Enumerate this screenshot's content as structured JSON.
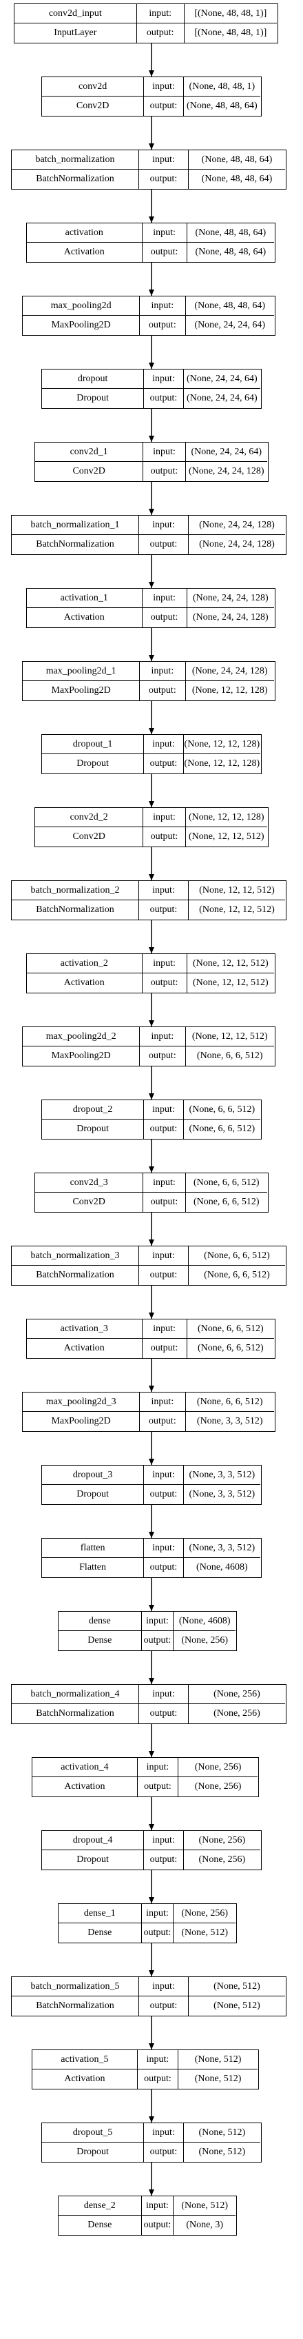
{
  "colors": {
    "line": "#000000",
    "background": "#ffffff"
  },
  "labels": {
    "input": "input:",
    "output": "output:"
  },
  "layers": [
    {
      "name": "conv2d_input",
      "type": "InputLayer",
      "input": "[(None, 48, 48, 1)]",
      "output": "[(None, 48, 48, 1)]"
    },
    {
      "name": "conv2d",
      "type": "Conv2D",
      "input": "(None, 48, 48, 1)",
      "output": "(None, 48, 48, 64)"
    },
    {
      "name": "batch_normalization",
      "type": "BatchNormalization",
      "input": "(None, 48, 48, 64)",
      "output": "(None, 48, 48, 64)"
    },
    {
      "name": "activation",
      "type": "Activation",
      "input": "(None, 48, 48, 64)",
      "output": "(None, 48, 48, 64)"
    },
    {
      "name": "max_pooling2d",
      "type": "MaxPooling2D",
      "input": "(None, 48, 48, 64)",
      "output": "(None, 24, 24, 64)"
    },
    {
      "name": "dropout",
      "type": "Dropout",
      "input": "(None, 24, 24, 64)",
      "output": "(None, 24, 24, 64)"
    },
    {
      "name": "conv2d_1",
      "type": "Conv2D",
      "input": "(None, 24, 24, 64)",
      "output": "(None, 24, 24, 128)"
    },
    {
      "name": "batch_normalization_1",
      "type": "BatchNormalization",
      "input": "(None, 24, 24, 128)",
      "output": "(None, 24, 24, 128)"
    },
    {
      "name": "activation_1",
      "type": "Activation",
      "input": "(None, 24, 24, 128)",
      "output": "(None, 24, 24, 128)"
    },
    {
      "name": "max_pooling2d_1",
      "type": "MaxPooling2D",
      "input": "(None, 24, 24, 128)",
      "output": "(None, 12, 12, 128)"
    },
    {
      "name": "dropout_1",
      "type": "Dropout",
      "input": "(None, 12, 12, 128)",
      "output": "(None, 12, 12, 128)"
    },
    {
      "name": "conv2d_2",
      "type": "Conv2D",
      "input": "(None, 12, 12, 128)",
      "output": "(None, 12, 12, 512)"
    },
    {
      "name": "batch_normalization_2",
      "type": "BatchNormalization",
      "input": "(None, 12, 12, 512)",
      "output": "(None, 12, 12, 512)"
    },
    {
      "name": "activation_2",
      "type": "Activation",
      "input": "(None, 12, 12, 512)",
      "output": "(None, 12, 12, 512)"
    },
    {
      "name": "max_pooling2d_2",
      "type": "MaxPooling2D",
      "input": "(None, 12, 12, 512)",
      "output": "(None, 6, 6, 512)"
    },
    {
      "name": "dropout_2",
      "type": "Dropout",
      "input": "(None, 6, 6, 512)",
      "output": "(None, 6, 6, 512)"
    },
    {
      "name": "conv2d_3",
      "type": "Conv2D",
      "input": "(None, 6, 6, 512)",
      "output": "(None, 6, 6, 512)"
    },
    {
      "name": "batch_normalization_3",
      "type": "BatchNormalization",
      "input": "(None, 6, 6, 512)",
      "output": "(None, 6, 6, 512)"
    },
    {
      "name": "activation_3",
      "type": "Activation",
      "input": "(None, 6, 6, 512)",
      "output": "(None, 6, 6, 512)"
    },
    {
      "name": "max_pooling2d_3",
      "type": "MaxPooling2D",
      "input": "(None, 6, 6, 512)",
      "output": "(None, 3, 3, 512)"
    },
    {
      "name": "dropout_3",
      "type": "Dropout",
      "input": "(None, 3, 3, 512)",
      "output": "(None, 3, 3, 512)"
    },
    {
      "name": "flatten",
      "type": "Flatten",
      "input": "(None, 3, 3, 512)",
      "output": "(None, 4608)"
    },
    {
      "name": "dense",
      "type": "Dense",
      "input": "(None, 4608)",
      "output": "(None, 256)"
    },
    {
      "name": "batch_normalization_4",
      "type": "BatchNormalization",
      "input": "(None, 256)",
      "output": "(None, 256)"
    },
    {
      "name": "activation_4",
      "type": "Activation",
      "input": "(None, 256)",
      "output": "(None, 256)"
    },
    {
      "name": "dropout_4",
      "type": "Dropout",
      "input": "(None, 256)",
      "output": "(None, 256)"
    },
    {
      "name": "dense_1",
      "type": "Dense",
      "input": "(None, 256)",
      "output": "(None, 512)"
    },
    {
      "name": "batch_normalization_5",
      "type": "BatchNormalization",
      "input": "(None, 512)",
      "output": "(None, 512)"
    },
    {
      "name": "activation_5",
      "type": "Activation",
      "input": "(None, 512)",
      "output": "(None, 512)"
    },
    {
      "name": "dropout_5",
      "type": "Dropout",
      "input": "(None, 512)",
      "output": "(None, 512)"
    },
    {
      "name": "dense_2",
      "type": "Dense",
      "input": "(None, 512)",
      "output": "(None, 3)"
    }
  ]
}
